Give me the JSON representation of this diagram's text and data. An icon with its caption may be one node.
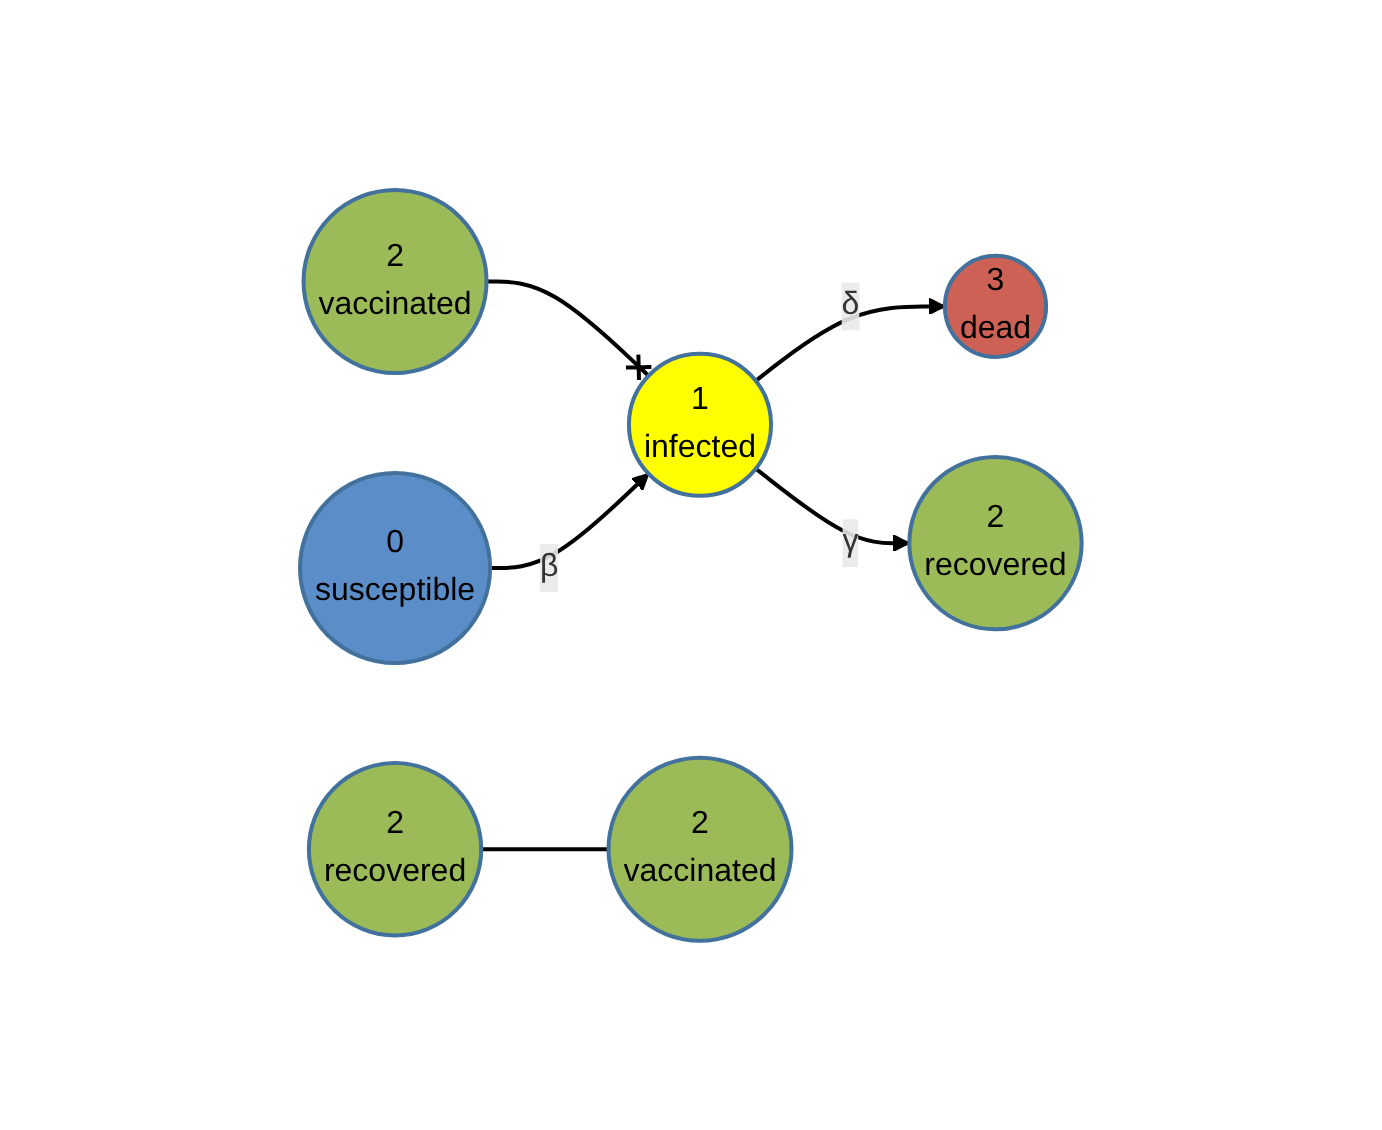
{
  "diagram": {
    "nodes": [
      {
        "text": [
          "2",
          "vaccinated"
        ]
      },
      {
        "text": [
          "3",
          "dead"
        ]
      },
      {
        "text": [
          "1",
          "infected"
        ]
      },
      {
        "text": [
          "0",
          "susceptible"
        ]
      },
      {
        "text": [
          "2",
          "recovered"
        ]
      },
      {
        "text": [
          "2",
          "recovered"
        ]
      },
      {
        "text": [
          "2",
          "vaccinated"
        ]
      }
    ],
    "edges": [
      {
        "from": 0,
        "to": 2,
        "arrow": "other"
      },
      {
        "from": 3,
        "to": 2,
        "arrow": "to",
        "label": "β"
      },
      {
        "from": 2,
        "to": 1,
        "arrow": "to",
        "label": "δ"
      },
      {
        "from": 2,
        "to": 4,
        "arrow": "to",
        "label": "γ"
      },
      {
        "from": 5,
        "to": 6,
        "arrow": "none"
      }
    ]
  }
}
